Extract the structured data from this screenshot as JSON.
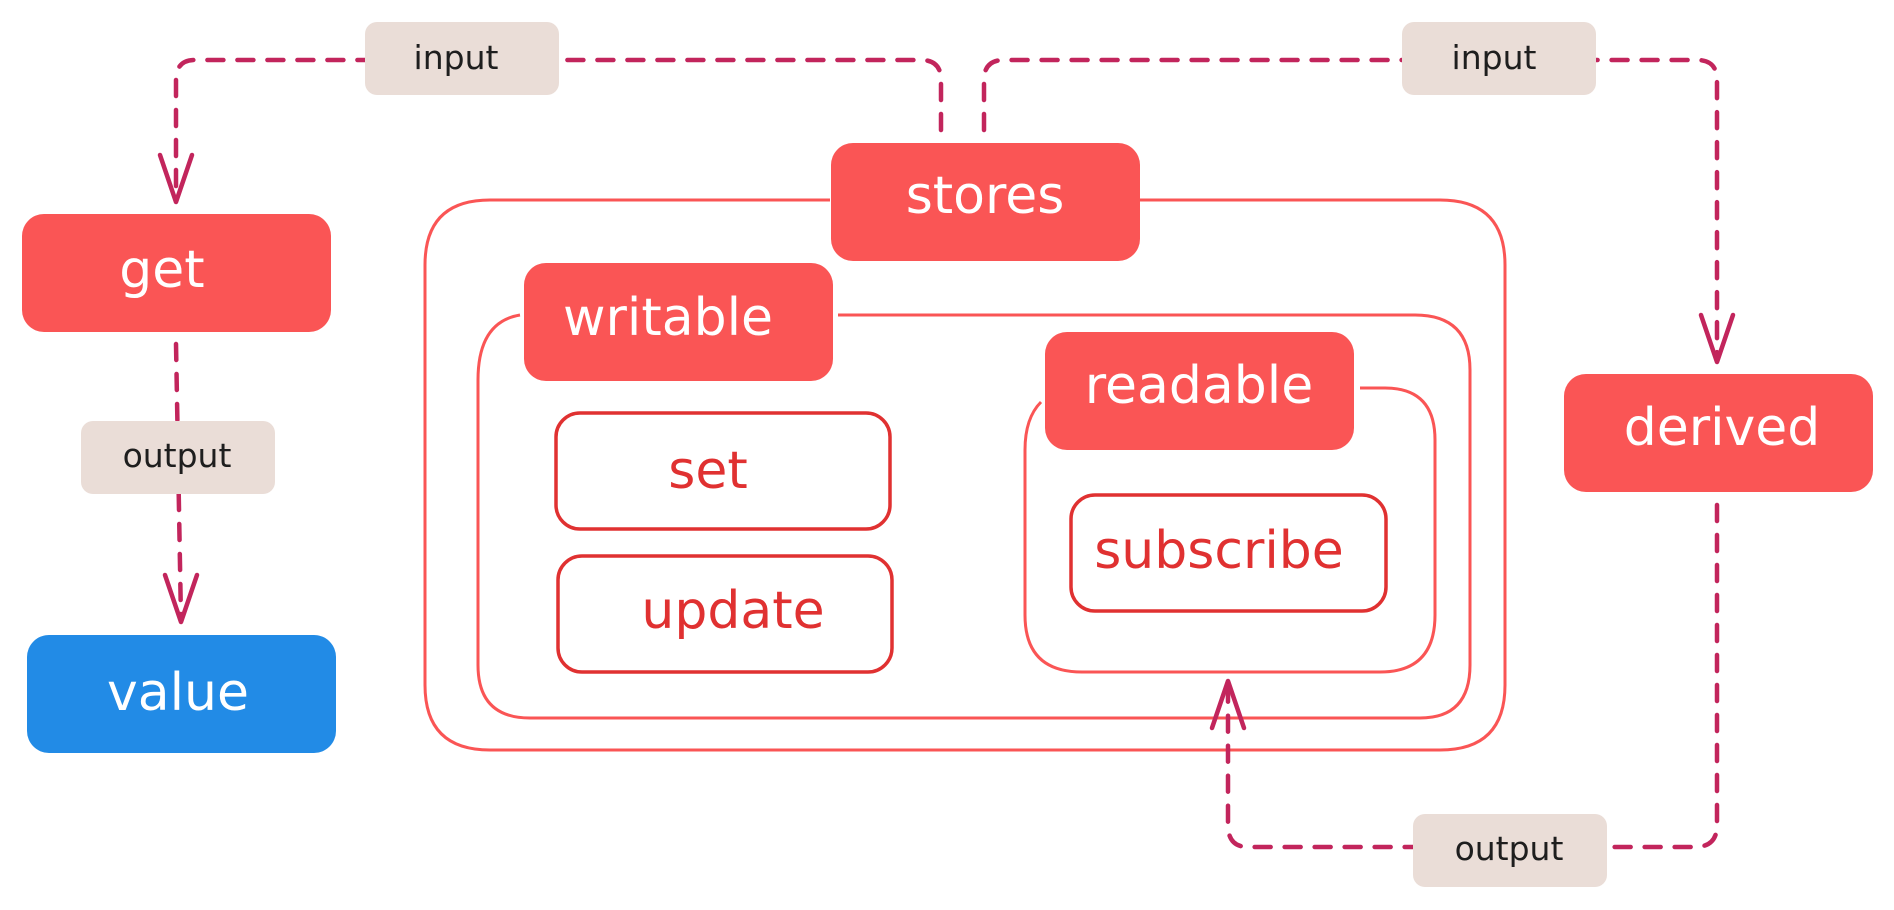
{
  "colors": {
    "node_fill": "#fa5555",
    "node_text": "#ffffff",
    "value_fill": "#228be6",
    "group_stroke": "#fa5555",
    "method_stroke": "#e03131",
    "method_text": "#e03131",
    "edge": "#c2255c",
    "edge_label_fill": "#eaddd7",
    "edge_label_text": "#1e1e1e"
  },
  "nodes": {
    "stores": "stores",
    "writable": "writable",
    "readable": "readable",
    "derived": "derived",
    "get": "get",
    "value": "value"
  },
  "methods": {
    "set": "set",
    "update": "update",
    "subscribe": "subscribe"
  },
  "edges": [
    {
      "from": "stores",
      "to": "get",
      "label": "input"
    },
    {
      "from": "stores",
      "to": "derived",
      "label": "input"
    },
    {
      "from": "get",
      "to": "value",
      "label": "output"
    },
    {
      "from": "derived",
      "to": "readable",
      "label": "output"
    }
  ]
}
